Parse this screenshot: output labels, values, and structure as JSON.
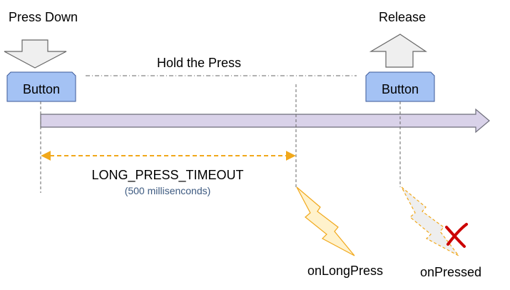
{
  "labels": {
    "press_down": "Press Down",
    "release": "Release",
    "hold": "Hold the Press",
    "button_left": "Button",
    "button_right": "Button",
    "timeout_name": "LONG_PRESS_TIMEOUT",
    "timeout_value": "(500 millisenconds)",
    "on_long_press": "onLongPress",
    "on_pressed": "onPressed"
  },
  "icons": {
    "press_arrow": "down-arrow-icon",
    "release_arrow": "up-arrow-icon",
    "long_press_event": "lightning-icon",
    "pressed_event": "lightning-outline-icon",
    "cancel": "cross-icon"
  },
  "colors": {
    "button_fill": "#a4c2f4",
    "button_stroke": "#3c5a99",
    "timeline_fill": "#d9d2e9",
    "timeline_stroke": "#6d6d7a",
    "arrow_fill": "#efefef",
    "arrow_stroke": "#666666",
    "timeout_color": "#f1a81b",
    "lightning_fill": "#fff2cc",
    "lightning_stroke": "#f1a81b",
    "lightning_disabled_fill": "#eeeeee",
    "cross_color": "#cc0000",
    "text": "#000000",
    "subtext": "#3d5a80"
  }
}
